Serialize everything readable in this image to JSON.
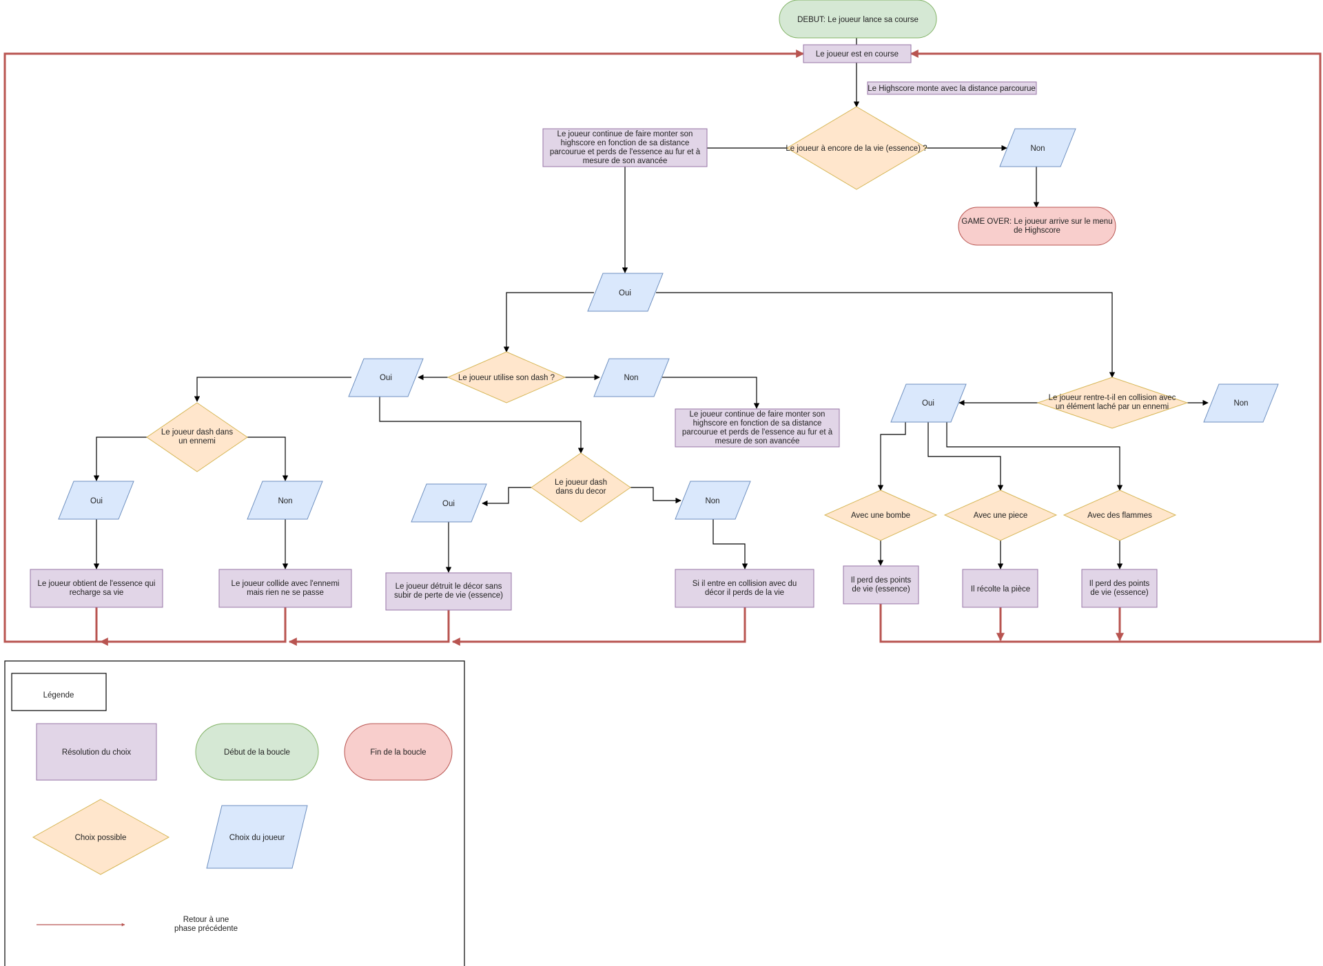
{
  "nodes": {
    "start": "DEBUT: Le joueur lance sa course",
    "running": "Le joueur est en course",
    "highscore_note": "Le Highscore monte avec la distance parcourue",
    "has_life": "Le joueur à encore de la vie (essence)  ?",
    "continue_top": "Le joueur continue de faire monter son highscore en fonction de sa distance parcourue et perds de l'essence au fur et à mesure de son avancée",
    "non_life": "Non",
    "game_over": "GAME OVER: Le joueur arrive sur le menu de Highscore",
    "oui_life": "Oui",
    "use_dash": "Le joueur utilise son dash ?",
    "oui_dash": "Oui",
    "non_dash": "Non",
    "continue_mid": "Le joueur continue de faire monter son highscore en fonction de sa distance parcourue et perds de l'essence au fur et à mesure de son avancée",
    "dash_enemy": "Le joueur dash dans un ennemi",
    "oui_enemy": "Oui",
    "non_enemy": "Non",
    "get_essence": "Le joueur obtient de l'essence qui recharge sa vie",
    "collide_enemy": "Le joueur collide avec l'ennemi mais rien ne se passe",
    "dash_decor": "Le joueur dash dans du decor",
    "oui_decor": "Oui",
    "non_decor": "Non",
    "destroy_decor": "Le joueur détruit le décor sans subir de perte de vie (essence)",
    "collide_decor": "Si il entre en collision avec du décor il perds de la vie",
    "collide_drop": "Le joueur rentre-t-il en collision avec un élément laché par un ennemi",
    "oui_drop": "Oui",
    "non_drop": "Non",
    "bomb": "Avec une bombe",
    "coin": "Avec une piece",
    "flames": "Avec des flammes",
    "lose_bomb": "Il perd des points de vie (essence)",
    "collect_coin": "Il récolte la pièce",
    "lose_flames": "Il perd des points de vie (essence)"
  },
  "legend": {
    "title": "Légende",
    "resolution": "Résolution du choix",
    "start": "Début de la boucle",
    "end": "Fin de la boucle",
    "choice": "Choix possible",
    "player_choice": "Choix du joueur",
    "return": "Retour à une phase précédente"
  },
  "colors": {
    "purple_fill": "#e1d5e7",
    "purple_stroke": "#9673a6",
    "green_fill": "#d5e8d4",
    "green_stroke": "#82b366",
    "red_fill": "#f8cecc",
    "red_stroke": "#b85450",
    "orange_fill": "#ffe6cc",
    "orange_stroke": "#d6b656",
    "blue_fill": "#dae8fc",
    "blue_stroke": "#6c8ebf",
    "return_arrow": "#b85450"
  }
}
